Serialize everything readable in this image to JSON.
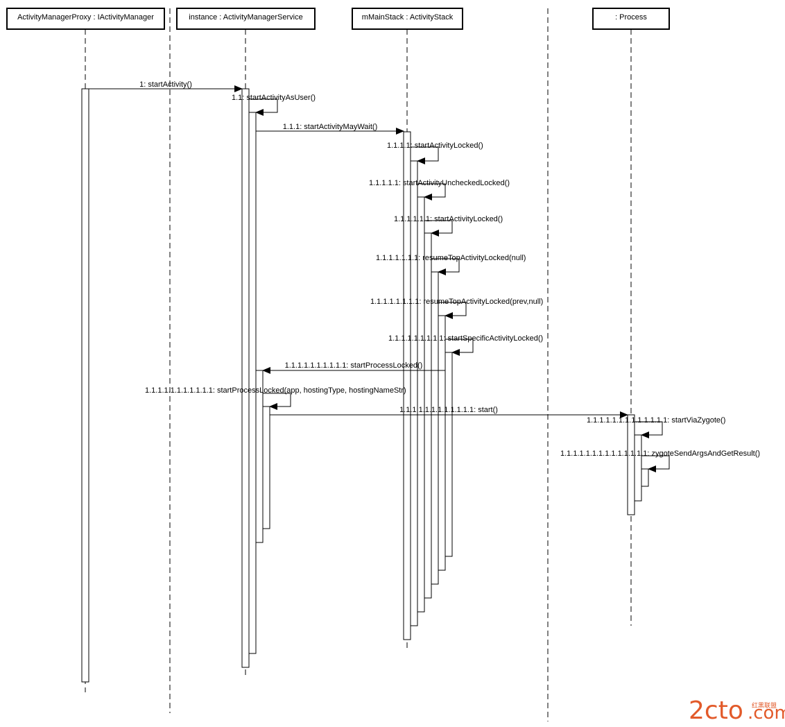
{
  "diagram": {
    "type": "sequence",
    "participants": [
      {
        "id": "proxy",
        "label": "ActivityManagerProxy : IActivityManager"
      },
      {
        "id": "ams",
        "label": "instance : ActivityManagerService"
      },
      {
        "id": "stack",
        "label": "mMainStack : ActivityStack"
      },
      {
        "id": "proc",
        "label": ": Process"
      }
    ],
    "messages": [
      {
        "from": "proxy",
        "to": "ams",
        "label": "1: startActivity()"
      },
      {
        "from": "ams",
        "to": "ams",
        "label": "1.1: startActivityAsUser()"
      },
      {
        "from": "ams",
        "to": "stack",
        "label": "1.1.1: startActivityMayWait()"
      },
      {
        "from": "stack",
        "to": "stack",
        "label": "1.1.1.1: startActivityLocked()"
      },
      {
        "from": "stack",
        "to": "stack",
        "label": "1.1.1.1.1: startActivityUncheckedLocked()"
      },
      {
        "from": "stack",
        "to": "stack",
        "label": "1.1.1.1.1.1: startActivityLocked()"
      },
      {
        "from": "stack",
        "to": "stack",
        "label": "1.1.1.1.1.1.1: resumeTopActivityLocked(null)"
      },
      {
        "from": "stack",
        "to": "stack",
        "label": "1.1.1.1.1.1.1.1: resumeTopActivityLocked(prev,null)"
      },
      {
        "from": "stack",
        "to": "stack",
        "label": "1.1.1.1.1.1.1.1.1: startSpecificActivityLocked()"
      },
      {
        "from": "stack",
        "to": "ams",
        "label": "1.1.1.1.1.1.1.1.1.1: startProcessLocked()"
      },
      {
        "from": "ams",
        "to": "ams",
        "label": "1.1.1.1.1.1.1.1.1.1.1: startProcessLocked(app, hostingType, hostingNameStr)"
      },
      {
        "from": "ams",
        "to": "proc",
        "label": "1.1.1.1.1.1.1.1.1.1.1.1: start()"
      },
      {
        "from": "proc",
        "to": "proc",
        "label": "1.1.1.1.1.1.1.1.1.1.1.1.1: startViaZygote()"
      },
      {
        "from": "proc",
        "to": "proc",
        "label": "1.1.1.1.1.1.1.1.1.1.1.1.1.1: zygoteSendArgsAndGetResult()"
      }
    ]
  },
  "watermark": {
    "text_main": "2cto",
    "text_domain": ".com",
    "text_small": "红黑联盟",
    "color": "#e25a2a"
  }
}
